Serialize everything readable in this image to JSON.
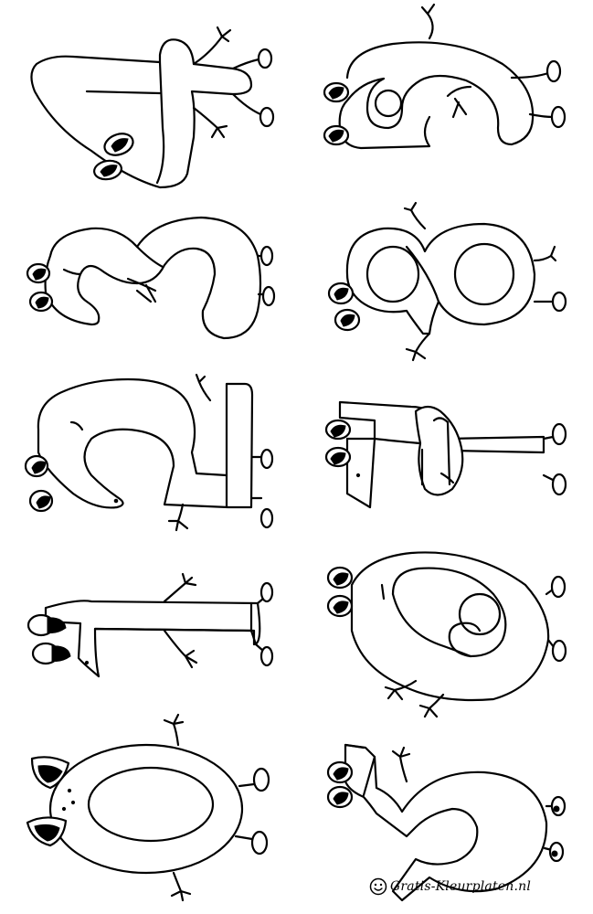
{
  "page": {
    "subject": "coloring-page",
    "line_color": "#000000",
    "background_color": "#ffffff"
  },
  "figures": [
    {
      "id": "four",
      "glyph": "4"
    },
    {
      "id": "nine",
      "glyph": "9"
    },
    {
      "id": "three",
      "glyph": "3"
    },
    {
      "id": "eight",
      "glyph": "8"
    },
    {
      "id": "two",
      "glyph": "2"
    },
    {
      "id": "seven",
      "glyph": "7"
    },
    {
      "id": "one",
      "glyph": "1"
    },
    {
      "id": "six",
      "glyph": "6"
    },
    {
      "id": "zero",
      "glyph": "0"
    },
    {
      "id": "five",
      "glyph": "5"
    }
  ],
  "watermark": {
    "text": "Gratis-Kleurplaten.nl",
    "logo_icon": "smiley-face-icon"
  }
}
